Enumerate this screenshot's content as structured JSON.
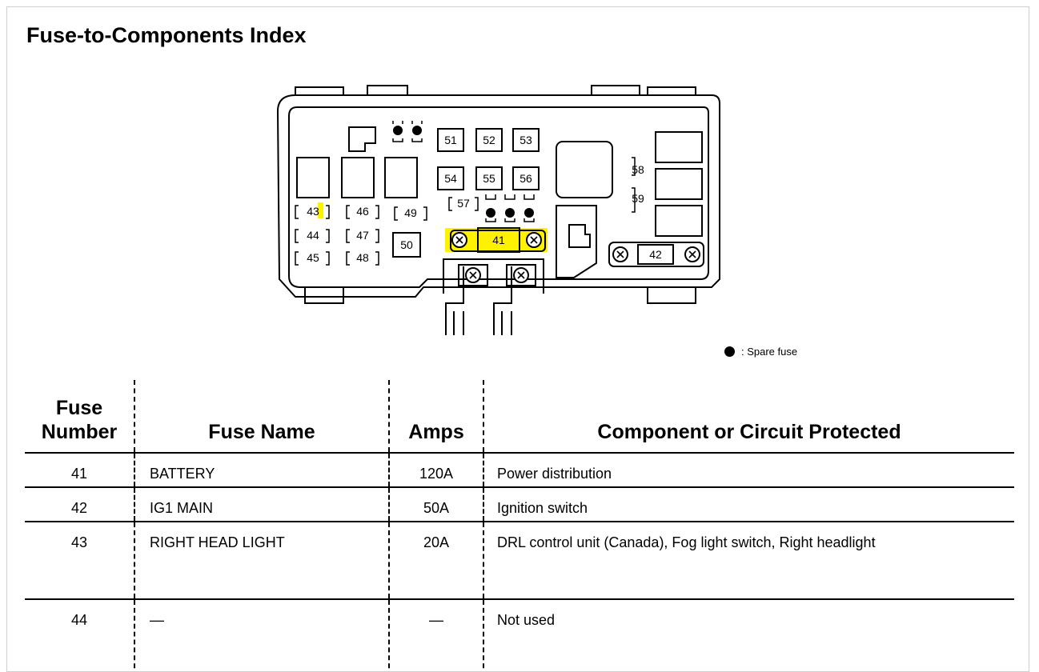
{
  "title": "Fuse-to-Components Index",
  "legend": {
    "symbol": "filled-circle",
    "label": ": Spare fuse"
  },
  "box": {
    "fuse_labels": [
      "41",
      "42",
      "43",
      "44",
      "45",
      "46",
      "47",
      "48",
      "49",
      "50",
      "51",
      "52",
      "53",
      "54",
      "55",
      "56",
      "57",
      "58",
      "59"
    ],
    "highlight_color": "#fff200",
    "highlighted_fuses": [
      "41",
      "43"
    ]
  },
  "table": {
    "headers": [
      "Fuse\nNumber",
      "Fuse Name",
      "Amps",
      "Component or Circuit Protected"
    ],
    "rows": [
      {
        "number": "41",
        "name": "BATTERY",
        "amps": "120A",
        "component": "Power distribution"
      },
      {
        "number": "42",
        "name": "IG1 MAIN",
        "amps": "50A",
        "component": "Ignition switch"
      },
      {
        "number": "43",
        "name": "RIGHT HEAD LIGHT",
        "amps": "20A",
        "component": "DRL control unit (Canada), Fog light switch, Right headlight"
      },
      {
        "number": "44",
        "name": "—",
        "amps": "—",
        "component": "Not used"
      }
    ]
  }
}
